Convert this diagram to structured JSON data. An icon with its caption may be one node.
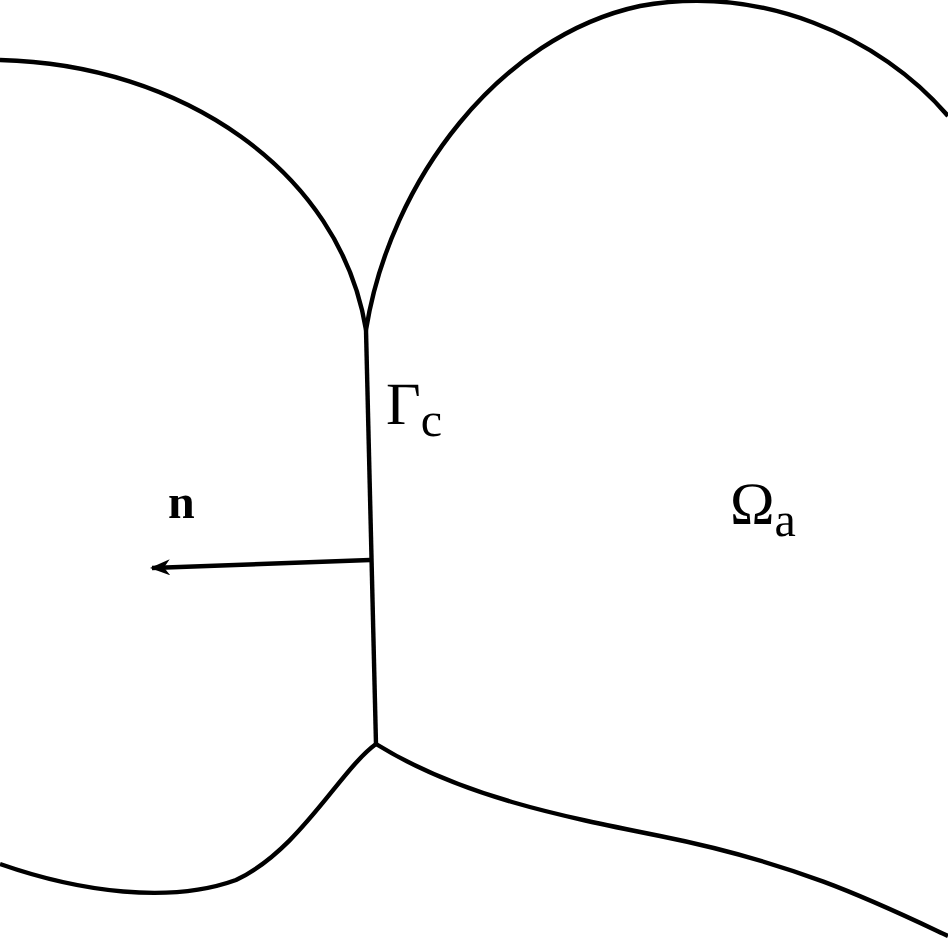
{
  "diagram": {
    "labels": [
      "Γ$_{c}$",
      "n",
      "Ω$_{a}$"
    ]
  }
}
